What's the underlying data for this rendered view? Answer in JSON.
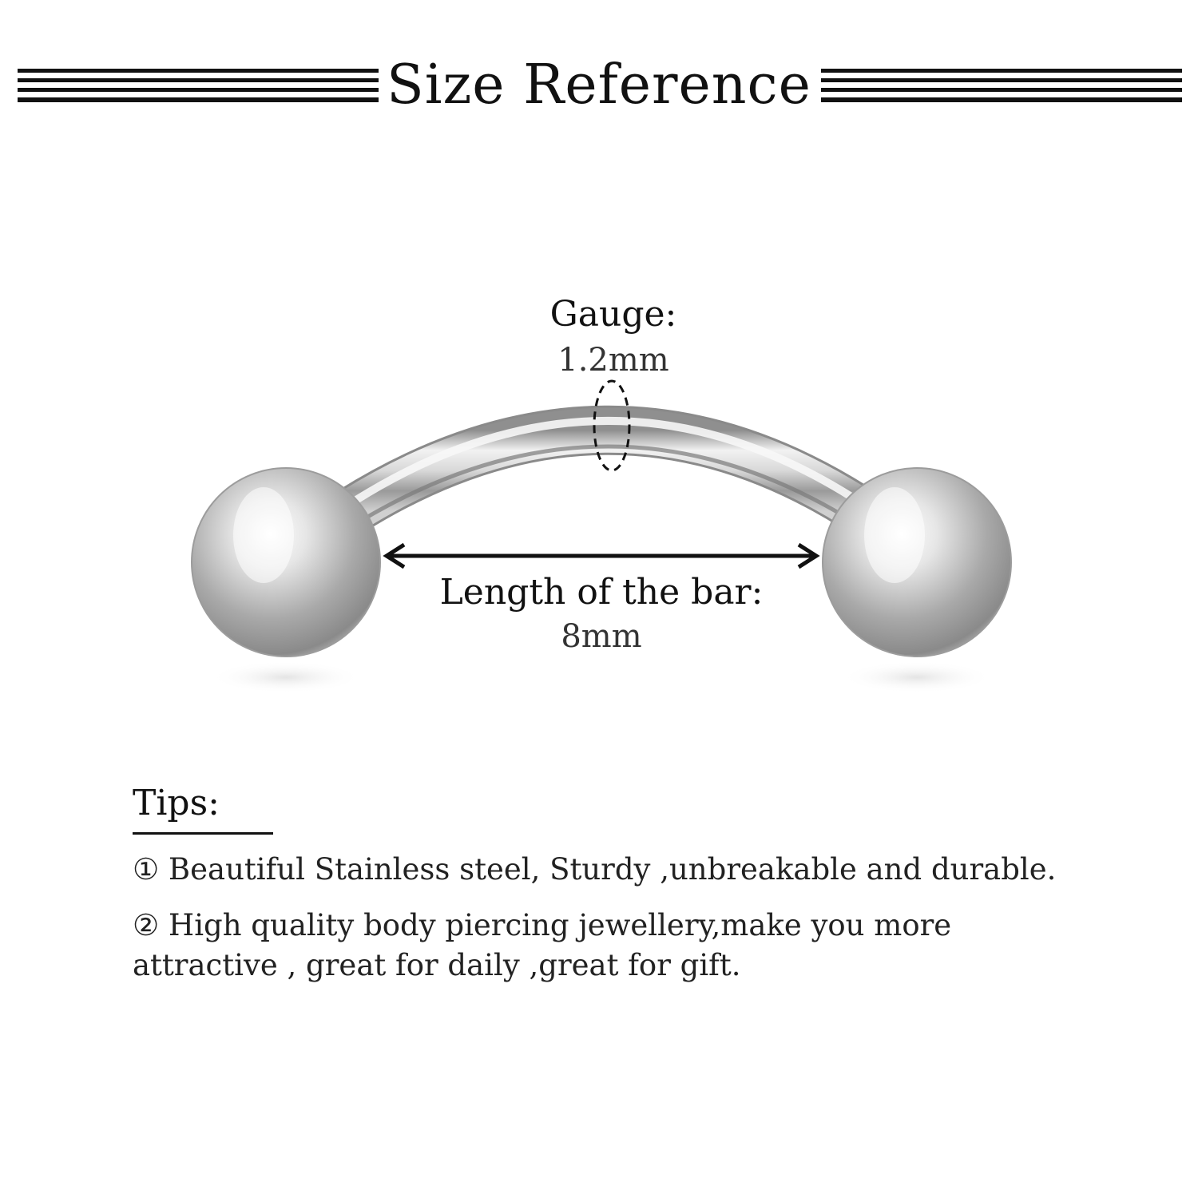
{
  "header": {
    "title": "Size Reference"
  },
  "figure": {
    "gauge_label": "Gauge:",
    "gauge_value": "1.2mm",
    "length_label": "Length of the bar:",
    "length_value": "8mm",
    "icon": "curved-barbell-image",
    "colors": {
      "metal_light": "#f4f4f4",
      "metal_mid": "#c9c9c9",
      "metal_dark": "#8a8a8a",
      "text": "#111111"
    }
  },
  "tips": {
    "heading": "Tips:",
    "items": [
      "① Beautiful Stainless steel, Sturdy ,unbreakable and durable.",
      "② High quality body piercing jewellery,make you more attractive , great for daily ,great for gift."
    ]
  }
}
